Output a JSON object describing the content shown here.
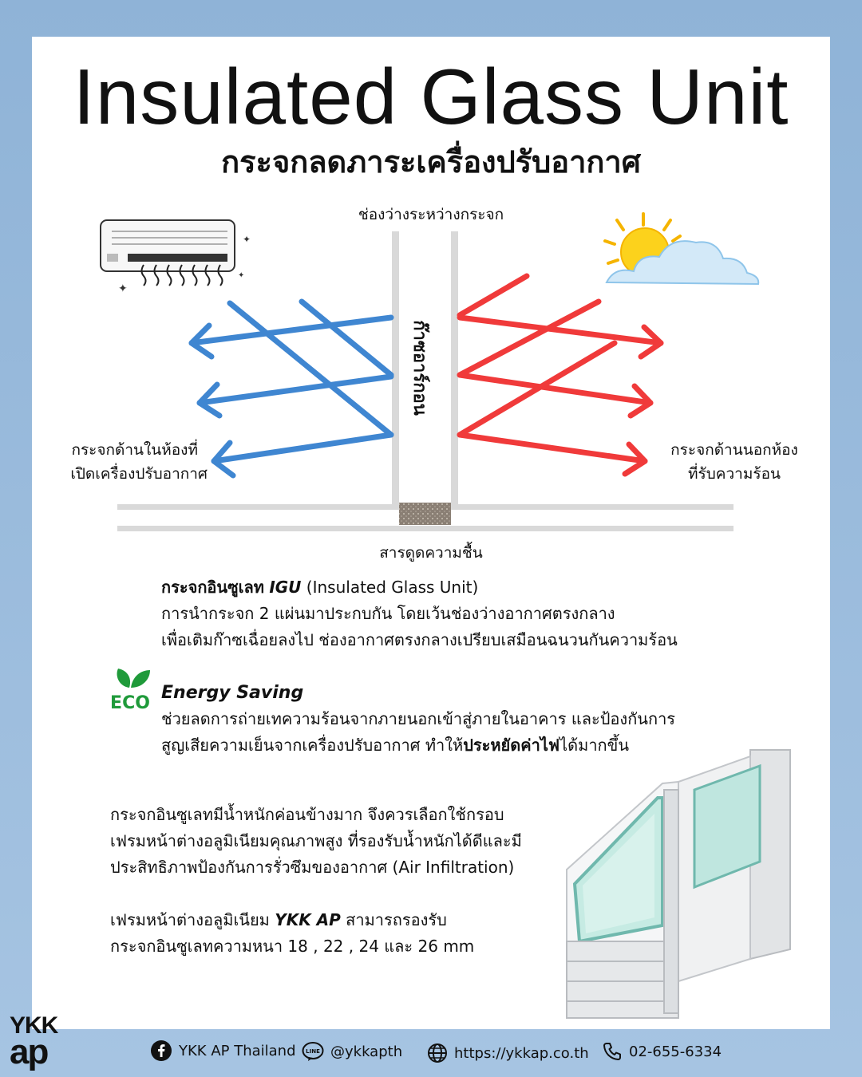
{
  "header": {
    "title": "Insulated Glass Unit",
    "subtitle": "กระจกลดภาระเครื่องปรับอากาศ"
  },
  "diagram": {
    "gap_label": "ช่องว่างระหว่างกระจก",
    "gas_label": "ก๊าซอาร์กอน",
    "inner_glass_label_line1": "กระจกด้านในห้องที่",
    "inner_glass_label_line2": "เปิดเครื่องปรับอากาศ",
    "outer_glass_label_line1": "กระจกด้านนอกห้อง",
    "outer_glass_label_line2": "ที่รับความร้อน",
    "desiccant_label": "สารดูดความชื้น",
    "colors": {
      "cold": "#3f86d1",
      "hot": "#f03a3a",
      "glass": "#d9d9d9"
    }
  },
  "igu": {
    "name_bold": "กระจกอินซูเลท",
    "name_abbr": "IGU",
    "name_full": "(Insulated Glass Unit)",
    "line2": "การนำกระจก 2 แผ่นมาประกบกัน โดยเว้นช่องว่างอากาศตรงกลาง",
    "line3": "เพื่อเติมก๊าซเฉื่อยลงไป ช่องอากาศตรงกลางเปรียบเสมือนฉนวนกันความร้อน"
  },
  "eco": {
    "icon_text": "ECO",
    "heading": "Energy Saving",
    "line1": "ช่วยลดการถ่ายเทความร้อนจากภายนอกเข้าสู่ภายในอาคาร และป้องกันการ",
    "line2_pre": "สูญเสียความเย็นจากเครื่องปรับอากาศ ทำให้",
    "line2_bold": "ประหยัดค่าไฟ",
    "line2_post": "ได้มากขึ้น",
    "color": "#1f9a3a"
  },
  "frame_note": {
    "line1": "กระจกอินซูเลทมีน้ำหนักค่อนข้างมาก จึงควรเลือกใช้กรอบ",
    "line2": "เฟรมหน้าต่างอลูมิเนียมคุณภาพสูง ที่รองรับน้ำหนักได้ดีและมี",
    "line3": "ประสิทธิภาพป้องกันการรั่วซึมของอากาศ (Air Infiltration)",
    "line4_pre": "เฟรมหน้าต่างอลูมิเนียม",
    "line4_brand": "YKK AP",
    "line4_post": "สามารถรองรับ",
    "line5": "กระจกอินซูเลทความหนา 18 , 22 , 24 และ 26 mm"
  },
  "logo": {
    "line1": "YKK",
    "line2": "ap"
  },
  "footer": {
    "facebook": "YKK AP Thailand",
    "line": "@ykkapth",
    "web": "https://ykkap.co.th",
    "phone": "02-655-6334",
    "icons": [
      "facebook-icon",
      "line-icon",
      "globe-icon",
      "phone-icon"
    ]
  }
}
